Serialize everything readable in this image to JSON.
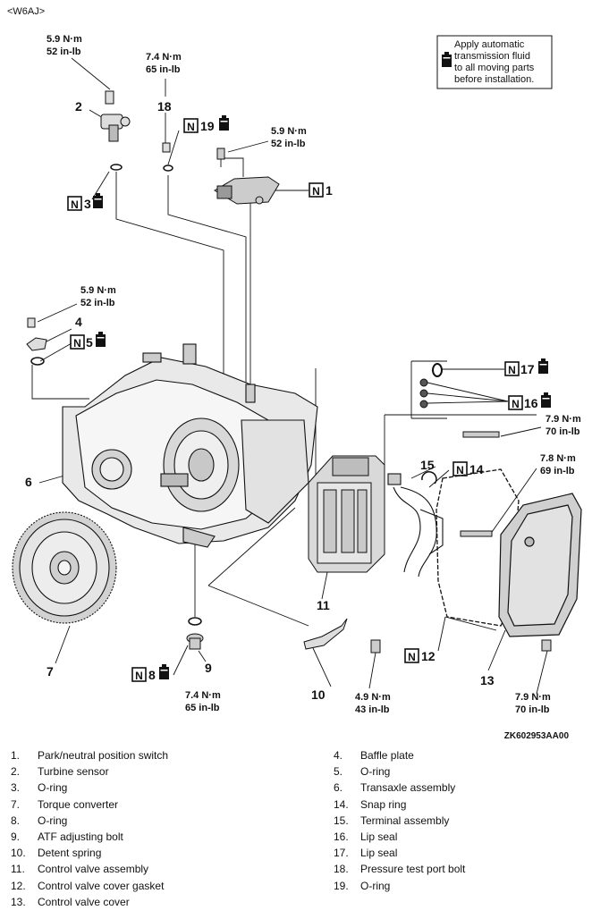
{
  "header_code": "<W6AJ>",
  "note": {
    "lines": [
      "Apply automatic",
      "transmission fluid",
      "to all moving parts",
      "before installation."
    ]
  },
  "callouts": {
    "c1": {
      "num": "1",
      "badge": "N"
    },
    "c2": {
      "num": "2"
    },
    "c3": {
      "num": "3",
      "badge": "N"
    },
    "c4": {
      "num": "4"
    },
    "c5": {
      "num": "5",
      "badge": "N"
    },
    "c6": {
      "num": "6"
    },
    "c7": {
      "num": "7"
    },
    "c8": {
      "num": "8",
      "badge": "N"
    },
    "c9": {
      "num": "9"
    },
    "c10": {
      "num": "10"
    },
    "c11": {
      "num": "11"
    },
    "c12": {
      "num": "12",
      "badge": "N"
    },
    "c13": {
      "num": "13"
    },
    "c14": {
      "num": "14",
      "badge": "N"
    },
    "c15": {
      "num": "15"
    },
    "c16": {
      "num": "16",
      "badge": "N"
    },
    "c17": {
      "num": "17",
      "badge": "N"
    },
    "c18": {
      "num": "18"
    },
    "c19": {
      "num": "19",
      "badge": "N"
    }
  },
  "torques": {
    "t2": {
      "nm": "5.9 N·m",
      "inlb": "52 in-lb"
    },
    "t18": {
      "nm": "7.4 N·m",
      "inlb": "65 in-lb"
    },
    "t1": {
      "nm": "5.9 N·m",
      "inlb": "52 in-lb"
    },
    "t4": {
      "nm": "5.9 N·m",
      "inlb": "52 in-lb"
    },
    "tbolt": {
      "nm": "7.9 N·m",
      "inlb": "70 in-lb"
    },
    "tvb": {
      "nm": "7.8 N·m",
      "inlb": "69 in-lb"
    },
    "t9": {
      "nm": "7.4 N·m",
      "inlb": "65 in-lb"
    },
    "t10": {
      "nm": "4.9 N·m",
      "inlb": "43 in-lb"
    },
    "t13": {
      "nm": "7.9 N·m",
      "inlb": "70 in-lb"
    }
  },
  "figure_code": "ZK602953AA00",
  "legend_left": [
    {
      "num": "1.",
      "label": "Park/neutral position switch"
    },
    {
      "num": "2.",
      "label": "Turbine sensor"
    },
    {
      "num": "3.",
      "label": "O-ring"
    },
    {
      "num": "7.",
      "label": "Torque converter"
    },
    {
      "num": "8.",
      "label": "O-ring"
    },
    {
      "num": "9.",
      "label": "ATF adjusting bolt"
    },
    {
      "num": "10.",
      "label": "Detent spring"
    },
    {
      "num": "11.",
      "label": "Control valve assembly"
    },
    {
      "num": "12.",
      "label": "Control valve cover gasket"
    },
    {
      "num": "13.",
      "label": "Control valve cover"
    }
  ],
  "legend_right": [
    {
      "num": "4.",
      "label": "Baffle plate"
    },
    {
      "num": "5.",
      "label": "O-ring"
    },
    {
      "num": "6.",
      "label": "Transaxle assembly"
    },
    {
      "num": "14.",
      "label": "Snap ring"
    },
    {
      "num": "15.",
      "label": "Terminal assembly"
    },
    {
      "num": "16.",
      "label": "Lip seal"
    },
    {
      "num": "17.",
      "label": "Lip seal"
    },
    {
      "num": "18.",
      "label": "Pressure test port bolt"
    },
    {
      "num": "19.",
      "label": "O-ring"
    }
  ]
}
